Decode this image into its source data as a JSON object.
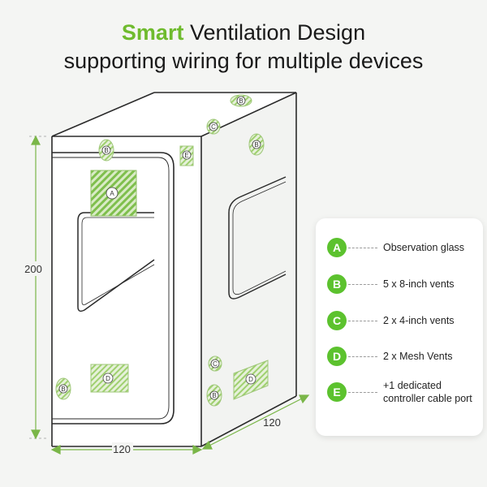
{
  "title": {
    "line1_accent": "Smart",
    "line1_rest": " Ventilation Design",
    "line2": "supporting wiring for multiple devices"
  },
  "dimensions": {
    "height": "200",
    "width": "120",
    "depth": "120"
  },
  "markers": {
    "A": "A",
    "B": "B",
    "C": "C",
    "D": "D",
    "E": "E"
  },
  "legend": [
    {
      "letter": "A",
      "text": "Observation glass"
    },
    {
      "letter": "B",
      "text": "5 x 8-inch vents"
    },
    {
      "letter": "C",
      "text": "2 x 4-inch vents"
    },
    {
      "letter": "D",
      "text": "2 x  Mesh Vents"
    },
    {
      "letter": "E",
      "text": "+1  dedicated controller cable port"
    }
  ],
  "colors": {
    "accent": "#6fbb2e",
    "badge": "#5cc22e",
    "dimension": "#7ab648",
    "outline": "#2a2a2a"
  }
}
